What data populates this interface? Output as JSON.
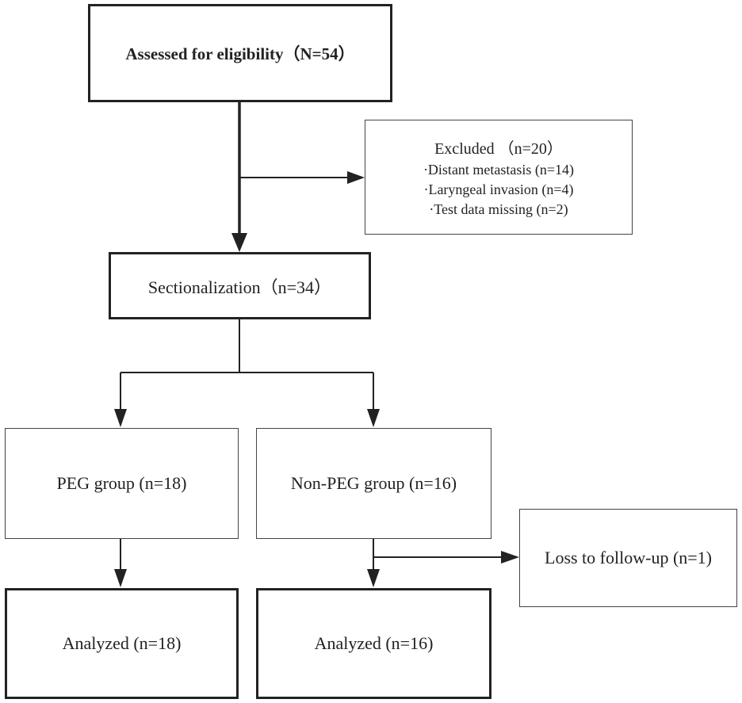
{
  "boxes": {
    "assessed": "Assessed for eligibility（N=54）",
    "excluded": {
      "title": "Excluded （n=20）",
      "items": [
        "·Distant metastasis (n=14)",
        "·Laryngeal invasion (n=4)",
        "·Test data missing (n=2)"
      ]
    },
    "sectionalization": "Sectionalization（n=34）",
    "peg_group": "PEG group (n=18)",
    "non_peg_group": "Non-PEG group (n=16)",
    "loss_to_follow_up": "Loss to follow-up (n=1)",
    "analyzed_peg": "Analyzed (n=18)",
    "analyzed_non_peg": "Analyzed (n=16)"
  },
  "colors": {
    "line": "#333333",
    "border": "#333333",
    "text": "#222222"
  }
}
